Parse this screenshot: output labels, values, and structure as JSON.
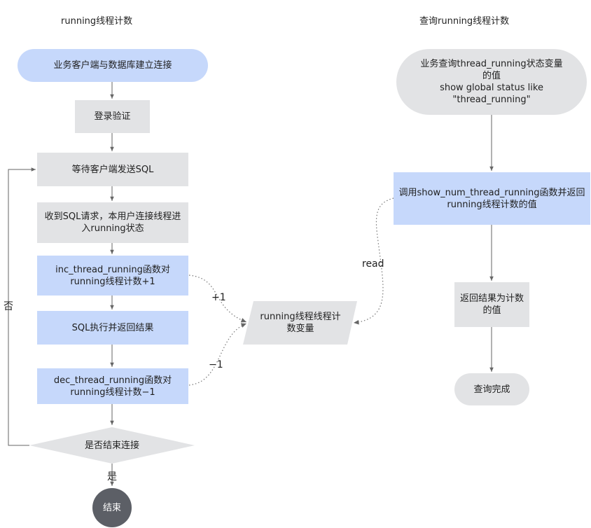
{
  "titles": {
    "left": "running线程计数",
    "right": "查询running线程计数"
  },
  "left_flow": {
    "connect": "业务客户端与数据库建立连接",
    "login": "登录验证",
    "wait": "等待客户端发送SQL",
    "receive": [
      "收到SQL请求，本用户连接线程进",
      "入running状态"
    ],
    "inc": [
      "inc_thread_running函数对",
      "running线程计数+1"
    ],
    "exec": "SQL执行并返回结果",
    "dec": [
      "dec_thread_running函数对",
      "running线程计数−1"
    ],
    "decision": "是否结束连接",
    "no_label": "否",
    "yes_label": "是",
    "end": "结束"
  },
  "variable": [
    "running线程线程计",
    "数变量"
  ],
  "edge_labels": {
    "plus": "+1",
    "minus": "−1",
    "read": "read"
  },
  "right_flow": {
    "query": [
      "业务查询thread_running状态变量",
      "的值",
      "show global status like",
      "\"thread_running\""
    ],
    "call": [
      "调用show_num_thread_running函数并返回",
      "running线程计数的值"
    ],
    "result": [
      "返回结果为计数",
      "的值"
    ],
    "done": "查询完成"
  },
  "colors": {
    "process_blue": "#c6d8fb",
    "process_gray": "#e2e3e5",
    "terminal_dark": "#5c5f66",
    "arrow": "#666666"
  }
}
